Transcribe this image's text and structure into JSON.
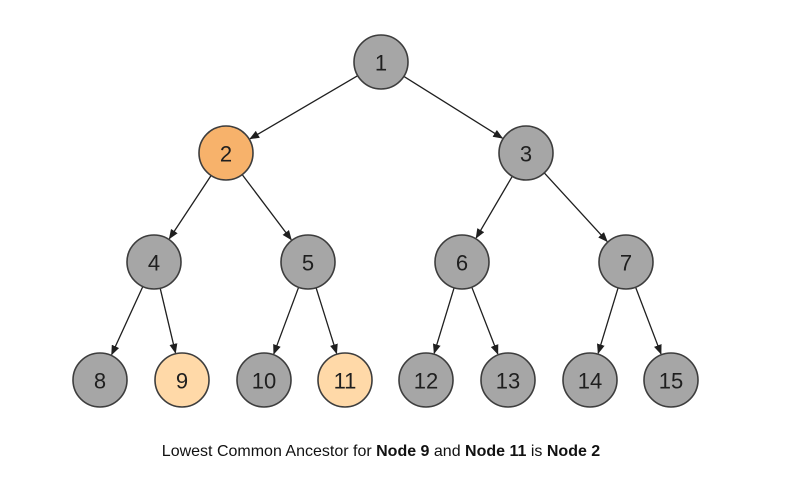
{
  "diagram": {
    "colors": {
      "default_fill": "#a6a6a6",
      "lca_fill": "#f7b26b",
      "target_fill": "#ffd9a8",
      "stroke": "#3d3d3d",
      "edge": "#1f1f1f"
    },
    "nodes": [
      {
        "id": "1",
        "label": "1",
        "role": "default"
      },
      {
        "id": "2",
        "label": "2",
        "role": "lca"
      },
      {
        "id": "3",
        "label": "3",
        "role": "default"
      },
      {
        "id": "4",
        "label": "4",
        "role": "default"
      },
      {
        "id": "5",
        "label": "5",
        "role": "default"
      },
      {
        "id": "6",
        "label": "6",
        "role": "default"
      },
      {
        "id": "7",
        "label": "7",
        "role": "default"
      },
      {
        "id": "8",
        "label": "8",
        "role": "default"
      },
      {
        "id": "9",
        "label": "9",
        "role": "target"
      },
      {
        "id": "10",
        "label": "10",
        "role": "default"
      },
      {
        "id": "11",
        "label": "11",
        "role": "target"
      },
      {
        "id": "12",
        "label": "12",
        "role": "default"
      },
      {
        "id": "13",
        "label": "13",
        "role": "default"
      },
      {
        "id": "14",
        "label": "14",
        "role": "default"
      },
      {
        "id": "15",
        "label": "15",
        "role": "default"
      }
    ],
    "edges": [
      {
        "from": "1",
        "to": "2"
      },
      {
        "from": "1",
        "to": "3"
      },
      {
        "from": "2",
        "to": "4"
      },
      {
        "from": "2",
        "to": "5"
      },
      {
        "from": "3",
        "to": "6"
      },
      {
        "from": "3",
        "to": "7"
      },
      {
        "from": "4",
        "to": "8"
      },
      {
        "from": "4",
        "to": "9"
      },
      {
        "from": "5",
        "to": "10"
      },
      {
        "from": "5",
        "to": "11"
      },
      {
        "from": "6",
        "to": "12"
      },
      {
        "from": "6",
        "to": "13"
      },
      {
        "from": "7",
        "to": "14"
      },
      {
        "from": "7",
        "to": "15"
      }
    ]
  },
  "caption": {
    "prefix": "Lowest Common Ancestor for ",
    "node_a": "Node 9",
    "joiner": " and ",
    "node_b": "Node 11",
    "middle": " is ",
    "result": "Node 2"
  }
}
